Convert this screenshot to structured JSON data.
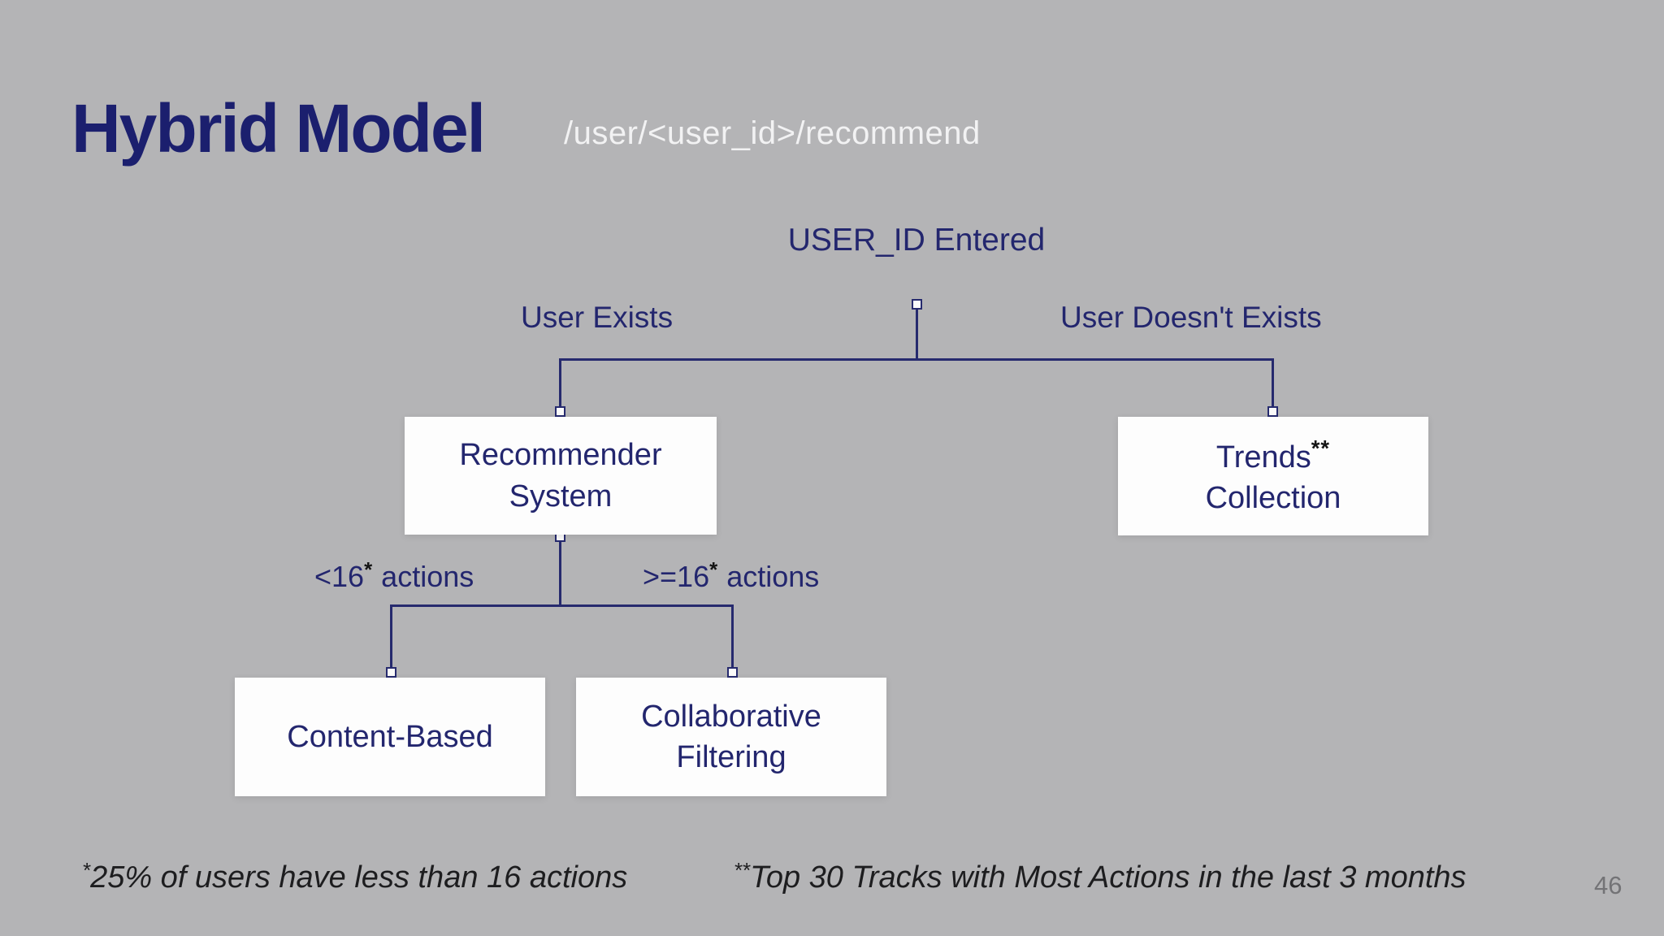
{
  "slide": {
    "title": "Hybrid Model",
    "endpoint": "/user/<user_id>/recommend",
    "page_number": "46"
  },
  "diagram": {
    "root_label": "USER_ID Entered",
    "branch_left_label": "User Exists",
    "branch_right_label": "User Doesn't Exists",
    "nodes": {
      "recommender": {
        "line1": "Recommender",
        "line2": "System"
      },
      "trends": {
        "line1": "Trends",
        "sup": "**",
        "line2": "Collection"
      },
      "content_based": {
        "label": "Content-Based"
      },
      "collaborative": {
        "line1": "Collaborative",
        "line2": "Filtering"
      }
    },
    "edges": {
      "left": {
        "base": "<16",
        "sup": "*",
        "rest": " actions"
      },
      "right": {
        "base": ">=16",
        "sup": "*",
        "rest": " actions"
      }
    }
  },
  "footnotes": {
    "left": {
      "marker": "*",
      "text": "25% of users have less than 16 actions"
    },
    "right": {
      "marker": "**",
      "text": "Top 30 Tracks with Most Actions in the last 3 months"
    }
  },
  "colors": {
    "background": "#b4b4b6",
    "navy": "#23266e",
    "title_navy": "#1b1f6e",
    "line": "#262a6e",
    "box_background": "#fdfdfd",
    "endpoint_text": "#f2f2f3",
    "footnote_text": "#1d1d1f",
    "marker_black": "#141414",
    "page_number_gray": "#737376"
  }
}
